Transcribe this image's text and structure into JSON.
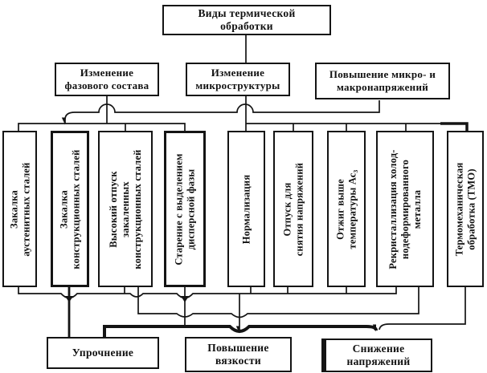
{
  "title": "Виды термической\nобработки",
  "level2": [
    {
      "label": "Изменение\nфазового состава"
    },
    {
      "label": "Изменение\nмикроструктуры"
    },
    {
      "label": "Повышение микро- и\nмакронапряжений"
    }
  ],
  "processes": [
    {
      "label": "Закалка\nаустенитных сталей",
      "emphasized": false
    },
    {
      "label": "Закалка\nконструкционных сталей",
      "emphasized": true
    },
    {
      "label": "Высокий отпуск\nзакаленных\nконструкционных сталей",
      "emphasized": false
    },
    {
      "label": "Старение с выделением\nдисперсной фазы",
      "emphasized": true
    },
    {
      "label": "Нормализация",
      "emphasized": false
    },
    {
      "label": "Отпуск для\nснятия напряжений",
      "emphasized": false
    },
    {
      "label": "Отжиг выше\nтемпературы Ас₃",
      "emphasized": false
    },
    {
      "label": "Рекристаллизация холод-\nнодеформированного\nметалла",
      "emphasized": false
    },
    {
      "label": "Термомеханическая\nобработка (ТМО)",
      "emphasized": false
    }
  ],
  "outcomes": [
    {
      "label": "Упрочнение"
    },
    {
      "label": "Повышение\nвязкости"
    },
    {
      "label": "Снижение\nнапряжений"
    }
  ],
  "colors": {
    "line": "#141414",
    "background": "#ffffff"
  }
}
